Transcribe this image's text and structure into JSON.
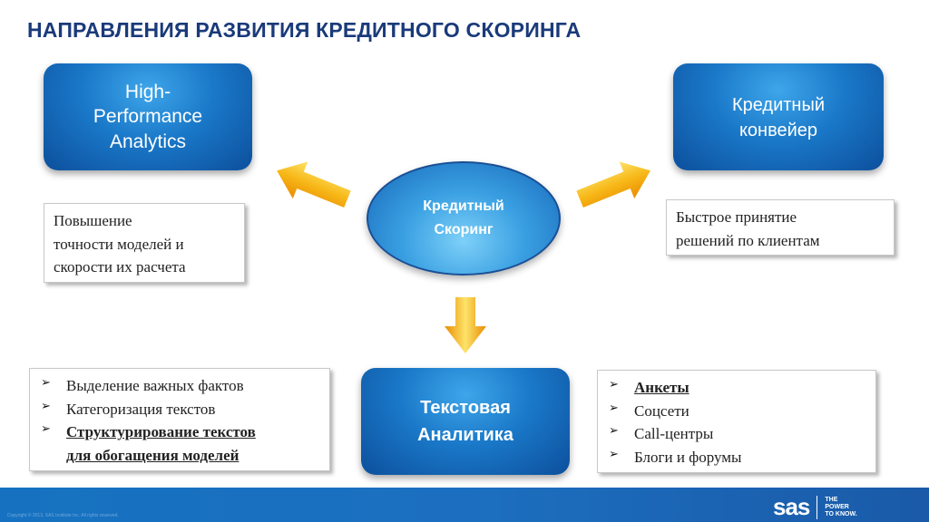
{
  "title": "НАПРАВЛЕНИЯ РАЗВИТИЯ КРЕДИТНОГО СКОРИНГА",
  "center": {
    "line1": "Кредитный",
    "line2": "Скоринг"
  },
  "hpa": {
    "line1": "High-",
    "line2": "Performance",
    "line3": "Analytics"
  },
  "conveyor": {
    "line1": "Кредитный",
    "line2": "конвейер"
  },
  "text_analytics": {
    "line1": "Текстовая",
    "line2": "Аналитика"
  },
  "hpa_note": [
    "Повышение",
    "точности моделей и",
    "скорости их расчета"
  ],
  "conveyor_note": [
    "Быстрое принятие",
    "решений по клиентам"
  ],
  "text_features": {
    "items": [
      "Выделение важных фактов",
      "Категоризация текстов"
    ],
    "bold_line1": "Структурирование текстов",
    "bold_line2": "для обогащения моделей"
  },
  "sources": {
    "bold_item": "Анкеты",
    "items": [
      "Соцсети",
      "Call-центры",
      "Блоги и форумы"
    ]
  },
  "footer": {
    "copyright": "Copyright © 2013, SAS Institute Inc. All rights reserved.",
    "logo": "sas",
    "tagline1": "THE",
    "tagline2": "POWER",
    "tagline3": "TO KNOW."
  },
  "bullet_icon": "➢",
  "colors": {
    "title": "#1a3a7a",
    "box_blue": "#1a78c8",
    "arrow_orange": "#f5a000",
    "footer": "#1672c0"
  }
}
